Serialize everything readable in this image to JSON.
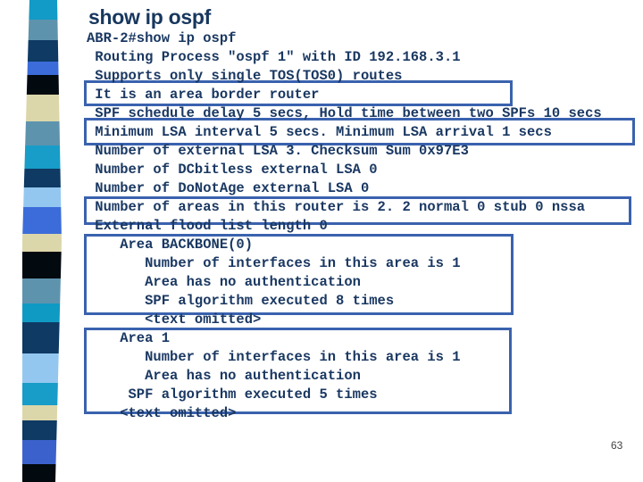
{
  "slide": {
    "title": "show ip ospf",
    "page_number": "63"
  },
  "console": {
    "lines": [
      "ABR-2#show ip ospf",
      " Routing Process \"ospf 1\" with ID 192.168.3.1",
      " Supports only single TOS(TOS0) routes",
      " It is an area border router",
      " SPF schedule delay 5 secs, Hold time between two SPFs 10 secs",
      " Minimum LSA interval 5 secs. Minimum LSA arrival 1 secs",
      " Number of external LSA 3. Checksum Sum 0x97E3",
      " Number of DCbitless external LSA 0",
      " Number of DoNotAge external LSA 0",
      " Number of areas in this router is 2. 2 normal 0 stub 0 nssa",
      " External flood list length 0",
      "    Area BACKBONE(0)",
      "       Number of interfaces in this area is 1",
      "       Area has no authentication",
      "       SPF algorithm executed 8 times",
      "       <text omitted>",
      "    Area 1",
      "       Number of interfaces in this area is 1",
      "       Area has no authentication",
      "     SPF algorithm executed 5 times",
      "    <text omitted>"
    ]
  },
  "colors": {
    "console_text": "#1a3862",
    "title_text": "#17375e",
    "highlight_border": "#3a62ae"
  },
  "strip": {
    "colors": [
      "#129bc6",
      "#5e93ad",
      "#0e3a63",
      "#3c6cd9",
      "#02090f",
      "#dcd7aa",
      "#5e93ad",
      "#189cc8",
      "#0e3a63",
      "#93c7f0",
      "#3c6cd9",
      "#dcd7aa",
      "#02090f",
      "#5e93ad",
      "#0f9ac4",
      "#0e3a63",
      "#93c7f0",
      "#189cc8",
      "#dcd7aa",
      "#0e3a63",
      "#3b62cc",
      "#02090f"
    ]
  }
}
